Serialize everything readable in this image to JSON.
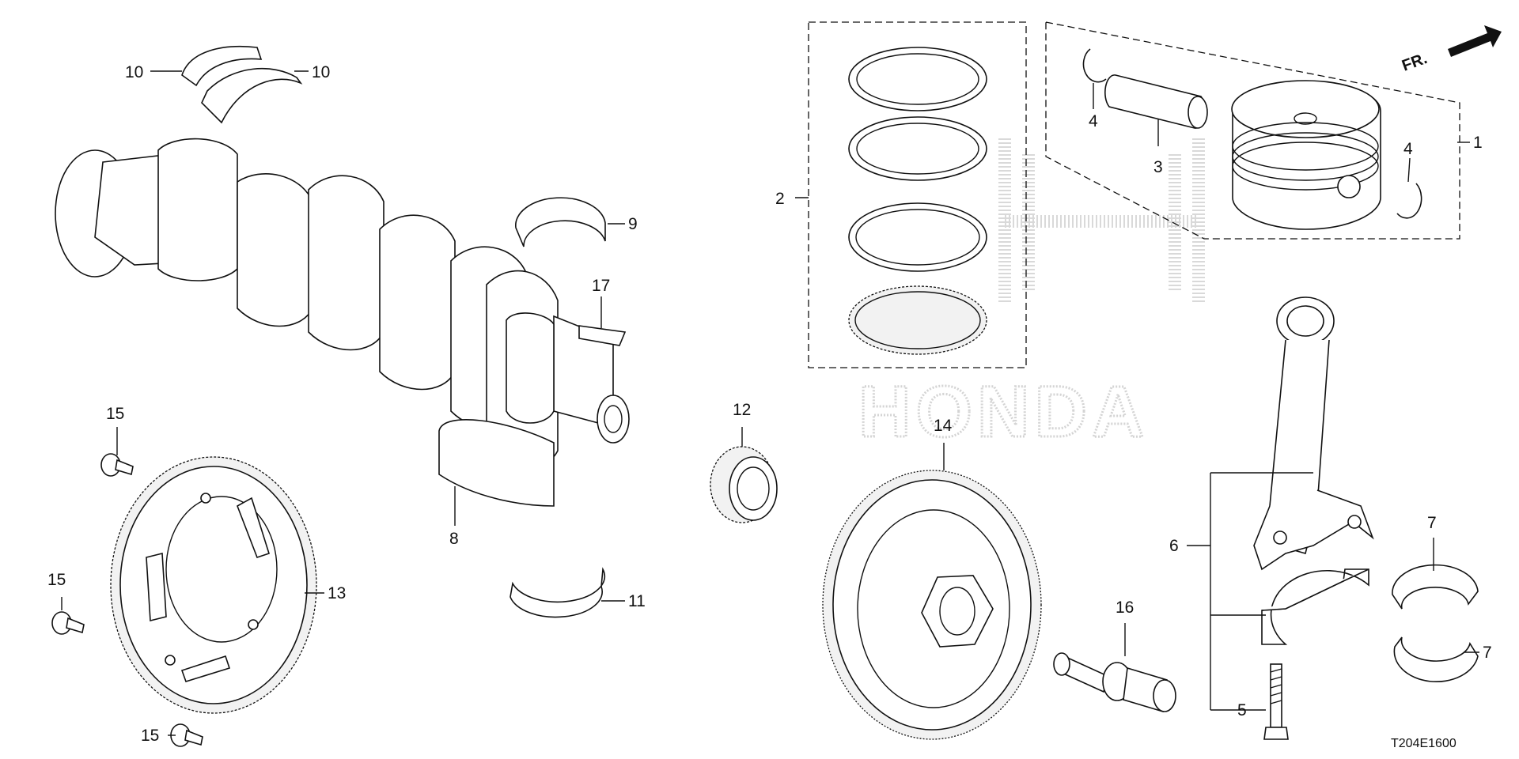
{
  "diagram_code": "T204E1600",
  "watermark": {
    "logo_text": "HONDA"
  },
  "direction_indicator": {
    "label": "FR."
  },
  "callouts": {
    "c1": "1",
    "c2": "2",
    "c3": "3",
    "c4a": "4",
    "c4b": "4",
    "c5": "5",
    "c6": "6",
    "c7a": "7",
    "c7b": "7",
    "c8": "8",
    "c9": "9",
    "c10a": "10",
    "c10b": "10",
    "c11": "11",
    "c12": "12",
    "c13": "13",
    "c14": "14",
    "c15a": "15",
    "c15b": "15",
    "c15c": "15",
    "c16": "16",
    "c17": "17"
  }
}
